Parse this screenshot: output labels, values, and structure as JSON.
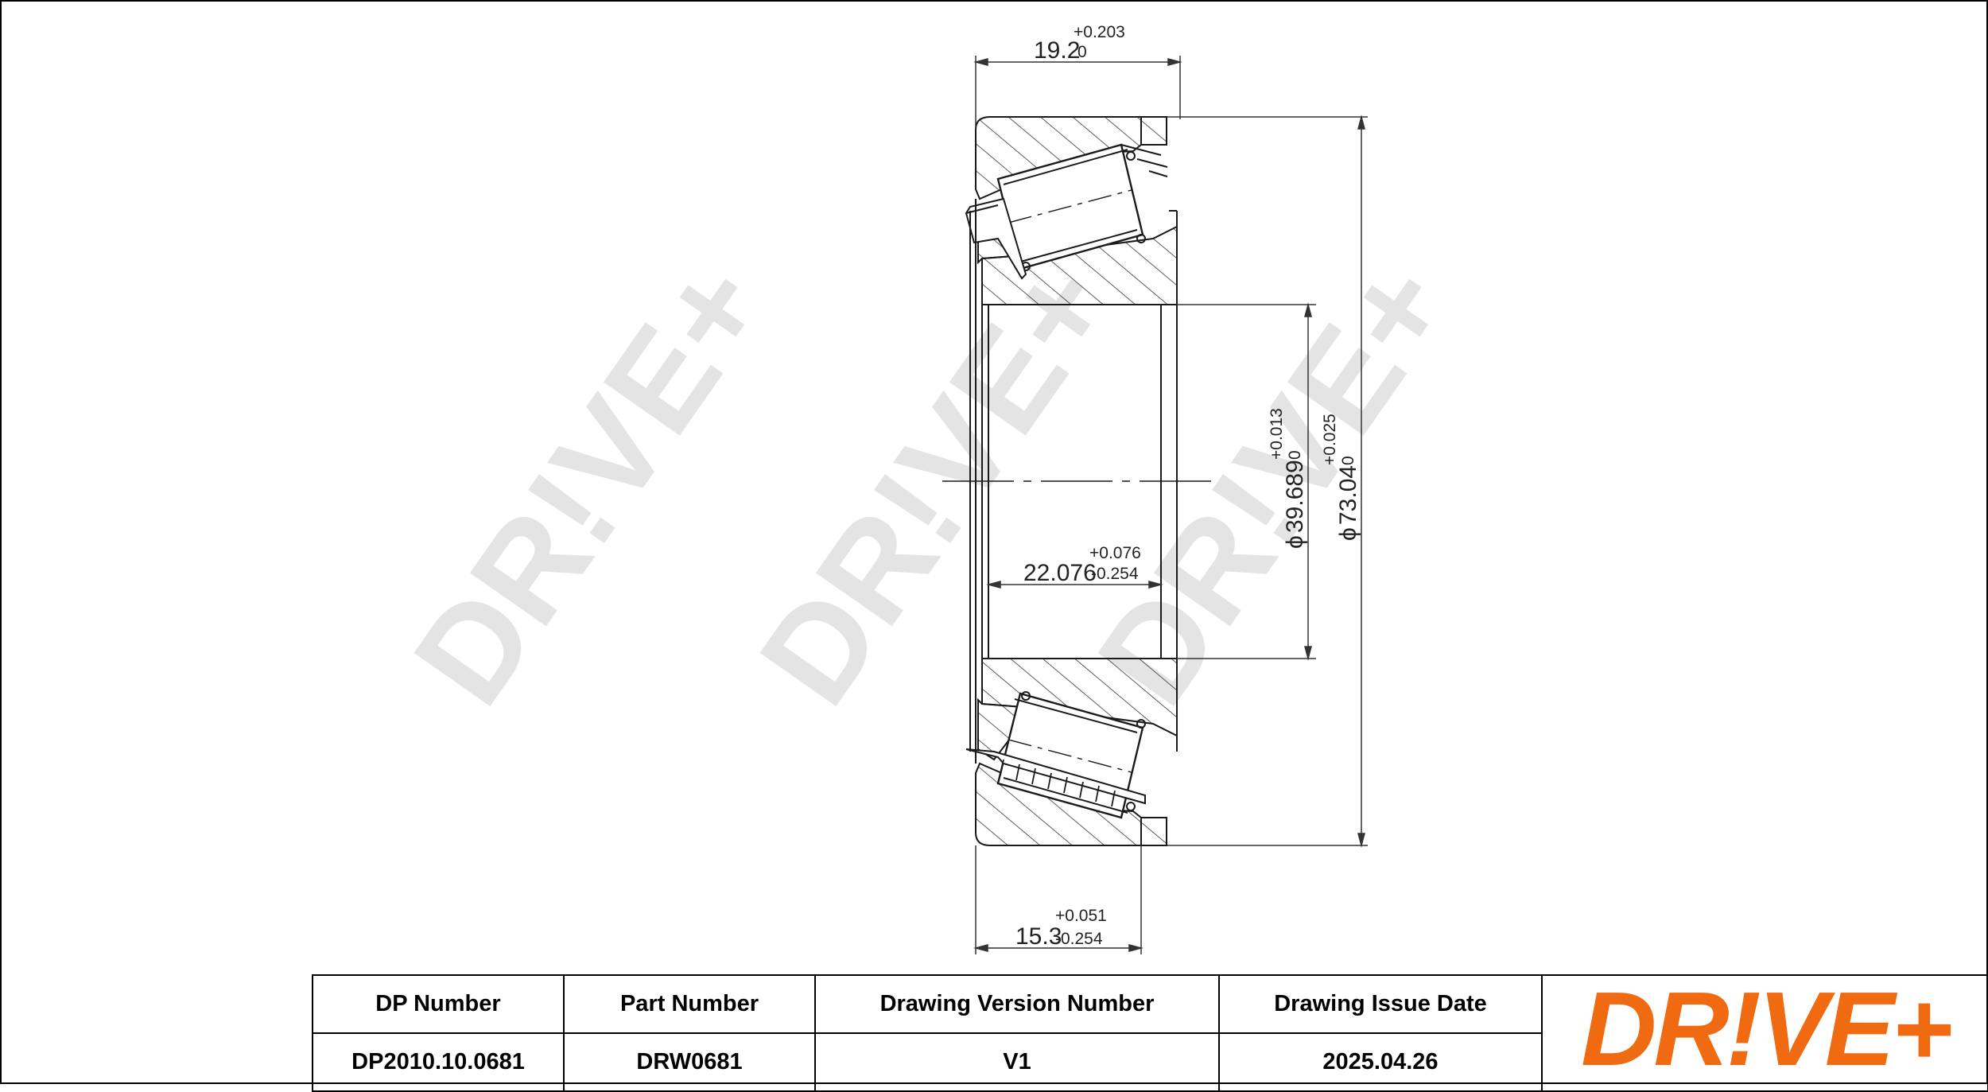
{
  "dimensions": {
    "width_top": {
      "value": "19.2",
      "upper": "+0.203",
      "lower": "0"
    },
    "width_bottom": {
      "value": "15.3",
      "upper": "+0.051",
      "lower": "-0.254"
    },
    "inner_width": {
      "value": "22.076",
      "upper": "+0.076",
      "lower": "-0.254"
    },
    "bore_diameter": {
      "symbol": "ϕ",
      "value": "39.689",
      "upper": "+0.013",
      "lower": "0"
    },
    "outer_diameter": {
      "symbol": "ϕ",
      "value": "73.04",
      "upper": "+0.025",
      "lower": "0"
    }
  },
  "watermark": {
    "text": "DR!VE+",
    "color": "#e4e4e4"
  },
  "title_block": {
    "headers": [
      "DP Number",
      "Part Number",
      "Drawing Version Number",
      "Drawing Issue Date"
    ],
    "values": [
      "DP2010.10.0681",
      "DRW0681",
      "V1",
      "2025.04.26"
    ]
  },
  "logo": {
    "text": "DR!VE+",
    "color": "#f06a12"
  },
  "colors": {
    "line": "#1a1a1a",
    "border": "#000000",
    "brand_orange": "#f06a12"
  }
}
